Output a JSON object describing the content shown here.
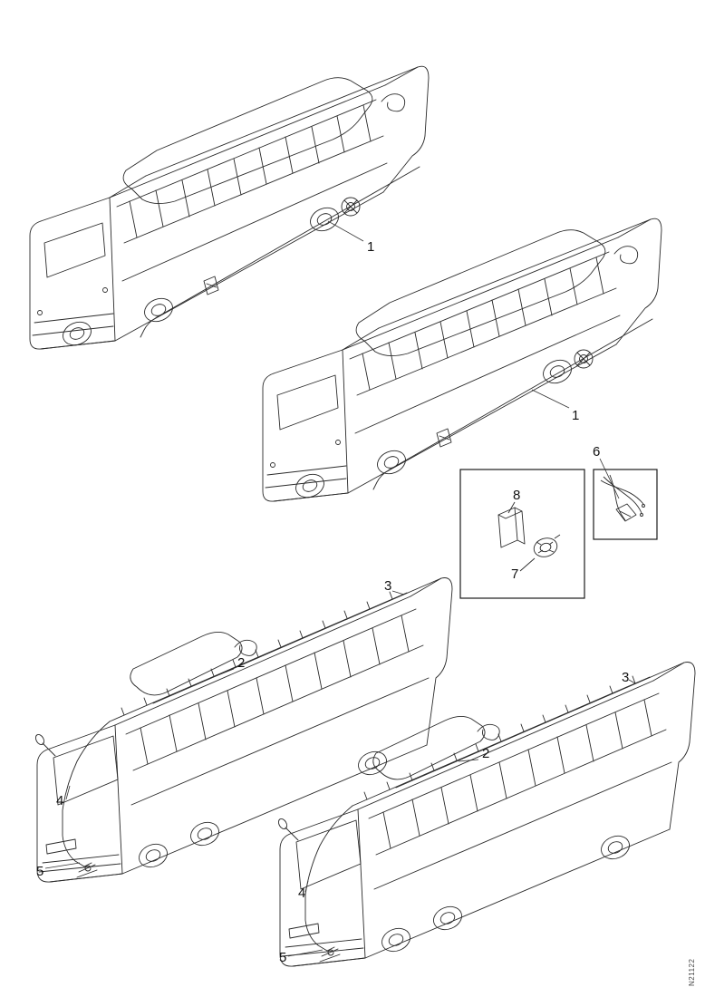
{
  "figure": {
    "ink_color": "#2a2a2a",
    "paper_color": "#ffffff",
    "callouts": {
      "bus1_item1": "1",
      "bus2_item1": "1",
      "bus3_item2": "2",
      "bus3_item3": "3",
      "bus3_item4": "4",
      "bus3_item5": "5",
      "bus4_item2": "2",
      "bus4_item3": "3",
      "bus4_item4": "4",
      "bus4_item5": "5",
      "inset_item6": "6",
      "inset_item7": "7",
      "inset_item8": "8"
    },
    "drawing_number": "N21122"
  }
}
